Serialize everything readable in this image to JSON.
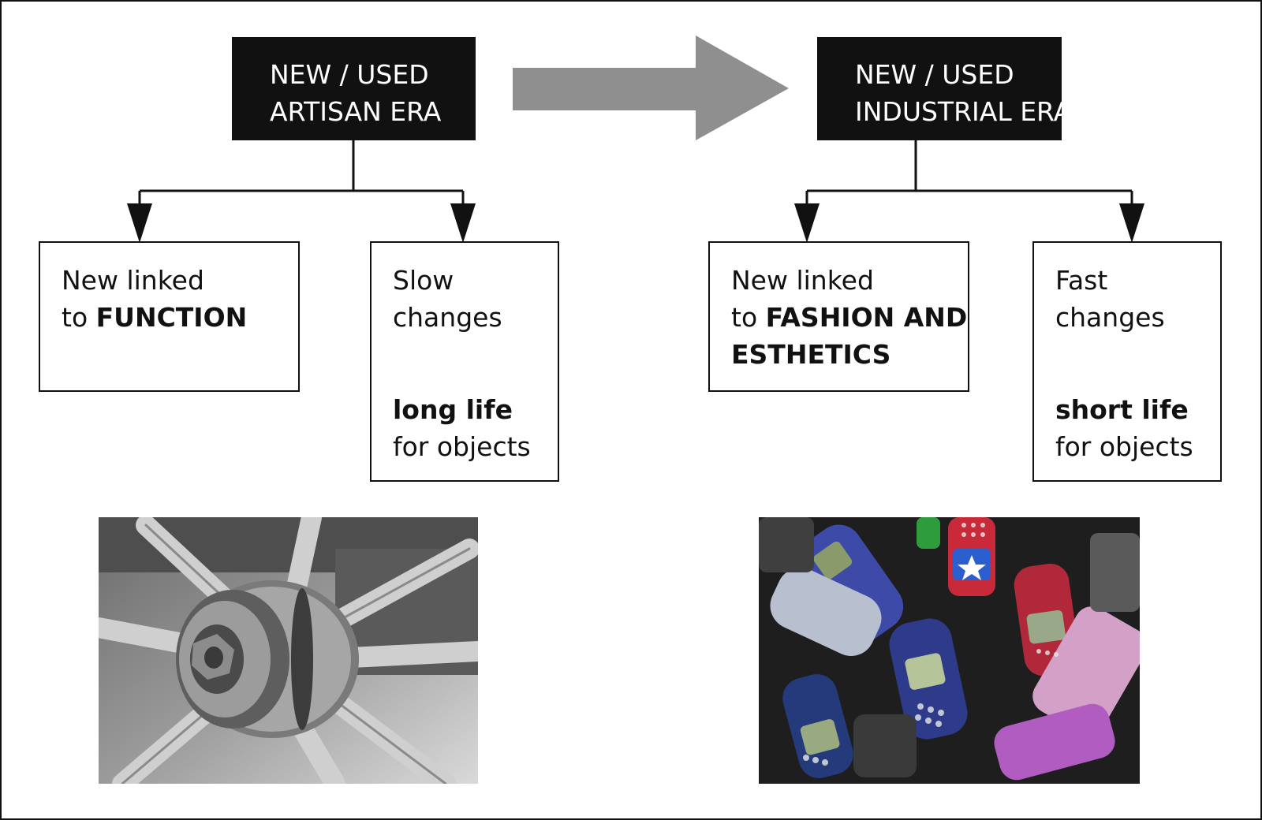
{
  "diagram": {
    "artisan": {
      "title_line1": "NEW / USED",
      "title_line2": "ARTISAN ERA",
      "function_box": {
        "line1": "New linked",
        "line2_pre": "to ",
        "line2_bold": "FUNCTION"
      },
      "change_box": {
        "line1": "Slow",
        "line2": "changes",
        "life_bold": "long life",
        "life_rest": "for objects"
      }
    },
    "industrial": {
      "title_line1": "NEW / USED",
      "title_line2": "INDUSTRIAL ERA",
      "function_box": {
        "line1": "New linked",
        "line2_pre": "to ",
        "line2_bold": "FASHION AND",
        "line3_bold": "ESTHETICS"
      },
      "change_box": {
        "line1": "Fast",
        "line2": "changes",
        "life_bold": "short life",
        "life_rest": "for objects"
      }
    },
    "colors": {
      "box_fill": "#111111",
      "arrow": "#8f8f8f",
      "line": "#111111"
    },
    "images": {
      "left": "wagon-wheel-photo",
      "right": "mobile-phones-pile-photo"
    }
  }
}
